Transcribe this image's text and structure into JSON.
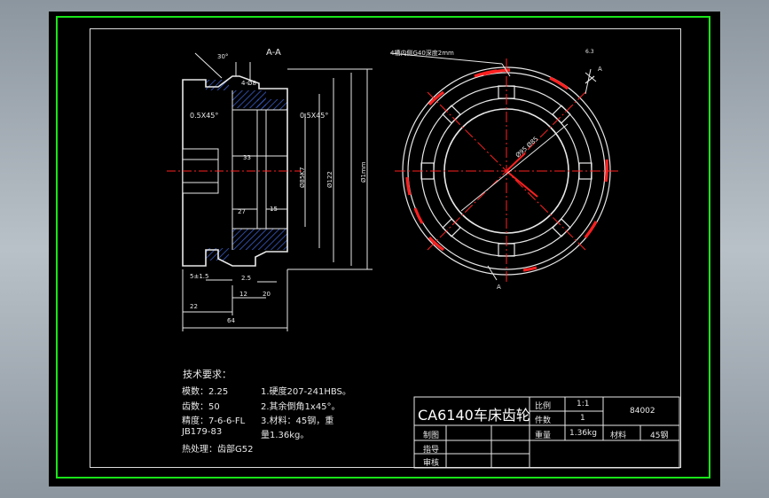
{
  "section": {
    "label": "A-A",
    "chamfer_left": "0.5X45°",
    "chamfer_right": "0.5X45°",
    "angle_top": "30°",
    "dim_33": "33",
    "dim_27": "27",
    "dim_15": "15",
    "dim_bottom": "5±1.5",
    "dim_22": "22",
    "dim_64": "64",
    "dim_12": "12",
    "dim_20": "20",
    "dim_2_5": "2.5",
    "dim_4_25": "4-Ø8",
    "dia_k7": "Ø85K7",
    "dia_122": "Ø122",
    "dia_m": "Ø1mm"
  },
  "front_view": {
    "note": "4槽内侧G40深度2mm",
    "label_a_top": "A",
    "label_a_bottom": "A",
    "dia_label": "Ø95  Ø85",
    "roughness": "6.3"
  },
  "tech_req": {
    "heading": "技术要求：",
    "module": "模数：2.25",
    "teeth": "齿数：50",
    "accuracy": "精度：7-6-6-FL",
    "standard": "JB179-83",
    "heat": "热处理：齿部G52",
    "req1": "1.硬度207-241HBS。",
    "req2": "2.其余倒角1x45°。",
    "req3": "3.材料：45钢，重",
    "req4": "量1.36kg。"
  },
  "title_block": {
    "title": "CA6140车床齿轮",
    "scale_label": "比例",
    "scale_value": "1:1",
    "qty_label": "件数",
    "qty_value": "1",
    "weight_label": "重量",
    "weight_value": "1.36kg",
    "material_label": "材料",
    "material_value": "45钢",
    "drawing_no": "84002",
    "drawn_label": "制图",
    "guide_label": "指导",
    "review_label": "审核"
  },
  "colors": {
    "frame": "#19e619",
    "red": "#ff2020",
    "line": "#e8e8e8",
    "hatch": "#3a5cc8"
  }
}
